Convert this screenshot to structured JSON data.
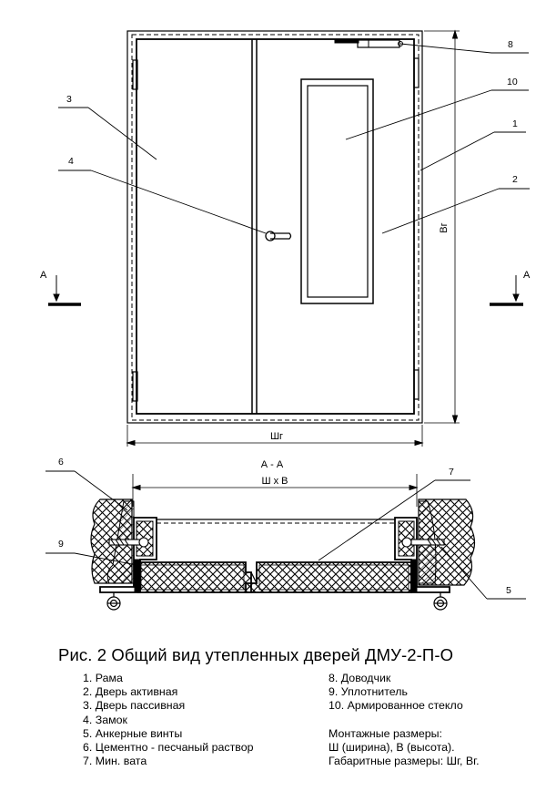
{
  "callouts": [
    "1",
    "2",
    "3",
    "4",
    "5",
    "6",
    "7",
    "8",
    "9",
    "10"
  ],
  "section_marks": {
    "left": "А",
    "right": "А"
  },
  "dimensions": {
    "overall_width": "Шг",
    "overall_height": "Вг",
    "section_title": "А - А",
    "opening_size": "Ш х В"
  },
  "caption": "Рис. 2  Общий вид утепленных дверей ДМУ-2-П-О",
  "legend_left": [
    "1. Рама",
    "2. Дверь активная",
    "3. Дверь пассивная",
    "4. Замок",
    "5. Анкерные винты",
    "6. Цементно - песчаный раствор",
    "7. Мин. вата"
  ],
  "legend_right": [
    "8. Доводчик",
    "9. Уплотнитель",
    "10. Армированное стекло"
  ],
  "mounting_notes": [
    "Монтажные размеры:",
    "Ш (ширина), В  (высота).",
    "Габаритные размеры: Шг, Вг."
  ]
}
